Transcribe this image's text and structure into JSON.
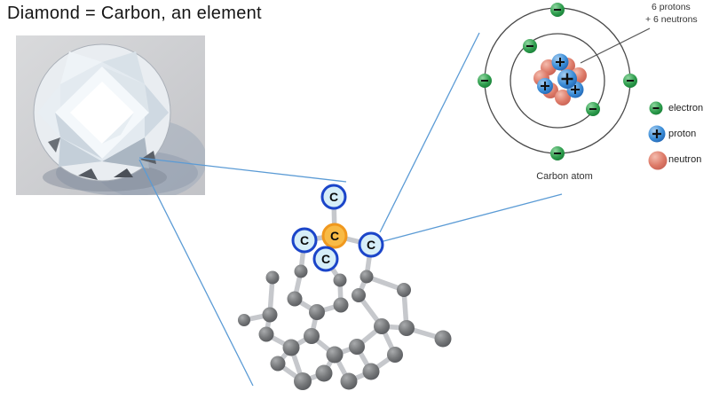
{
  "title": "Diamond = Carbon, an element",
  "molecule": {
    "atoms": [
      {
        "label": "C",
        "role": "top"
      },
      {
        "label": "C",
        "role": "left"
      },
      {
        "label": "C",
        "role": "center-highlight"
      },
      {
        "label": "C",
        "role": "front"
      },
      {
        "label": "C",
        "role": "right"
      }
    ]
  },
  "atom_diagram": {
    "annotation": {
      "line1": "6 protons",
      "line2": "+ 6 neutrons"
    },
    "caption": "Carbon atom",
    "legend": [
      {
        "icon": "electron-icon",
        "label": "electron"
      },
      {
        "icon": "proton-icon",
        "label": "proton"
      },
      {
        "icon": "neutron-icon",
        "label": "neutron"
      }
    ]
  },
  "colors": {
    "callout_line": "#5b9bd5",
    "electron_green": "#2f9e4e",
    "proton_blue": "#3c8ed8",
    "neutron_red": "#dd7a68",
    "carbon_label_ring": "#1b45c9",
    "carbon_label_fill": "#d6eef8",
    "highlight_ring": "#f0981e",
    "highlight_fill": "#f8ba45"
  }
}
